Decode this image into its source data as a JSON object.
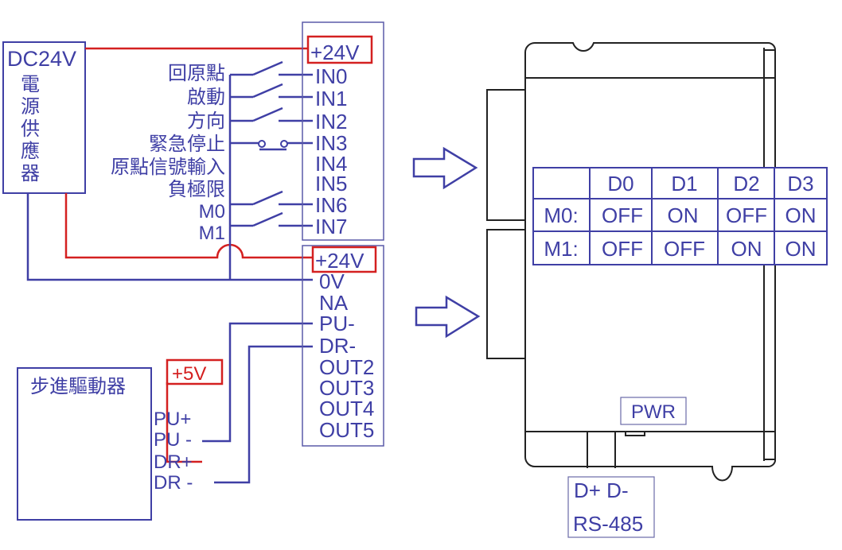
{
  "power_supply": {
    "title": "DC24V",
    "name_chars": [
      "電",
      "源",
      "供",
      "應",
      "器"
    ]
  },
  "input_labels": [
    "回原點",
    "啟動",
    "方向",
    "緊急停止",
    "原點信號輸入",
    "負極限",
    "M0",
    "M1"
  ],
  "terminal_block_top": {
    "plus24v": "+24V",
    "inputs": [
      "IN0",
      "IN1",
      "IN2",
      "IN3",
      "IN4",
      "IN5",
      "IN6",
      "IN7"
    ]
  },
  "terminal_block_bottom": {
    "plus24v": "+24V",
    "terminals": [
      "0V",
      "NA",
      "PU-",
      "DR-",
      "OUT2",
      "OUT3",
      "OUT4",
      "OUT5"
    ]
  },
  "stepper_driver": {
    "title": "步進驅動器",
    "plus5v": "+5V",
    "pins": [
      "PU+",
      "PU -",
      "DR+",
      "DR -"
    ]
  },
  "mode_table": {
    "headers": [
      "",
      "D0",
      "D1",
      "D2",
      "D3"
    ],
    "rows": [
      [
        "M0:",
        "OFF",
        "ON",
        "OFF",
        "ON"
      ],
      [
        "M1:",
        "OFF",
        "OFF",
        "ON",
        "ON"
      ]
    ]
  },
  "device": {
    "pwr_label": "PWR",
    "rs485_pins": "D+ D-",
    "rs485_label": "RS-485"
  },
  "colors": {
    "wire_blue": "#3f3fa5",
    "wire_red": "#d42020",
    "outline": "#222222"
  }
}
